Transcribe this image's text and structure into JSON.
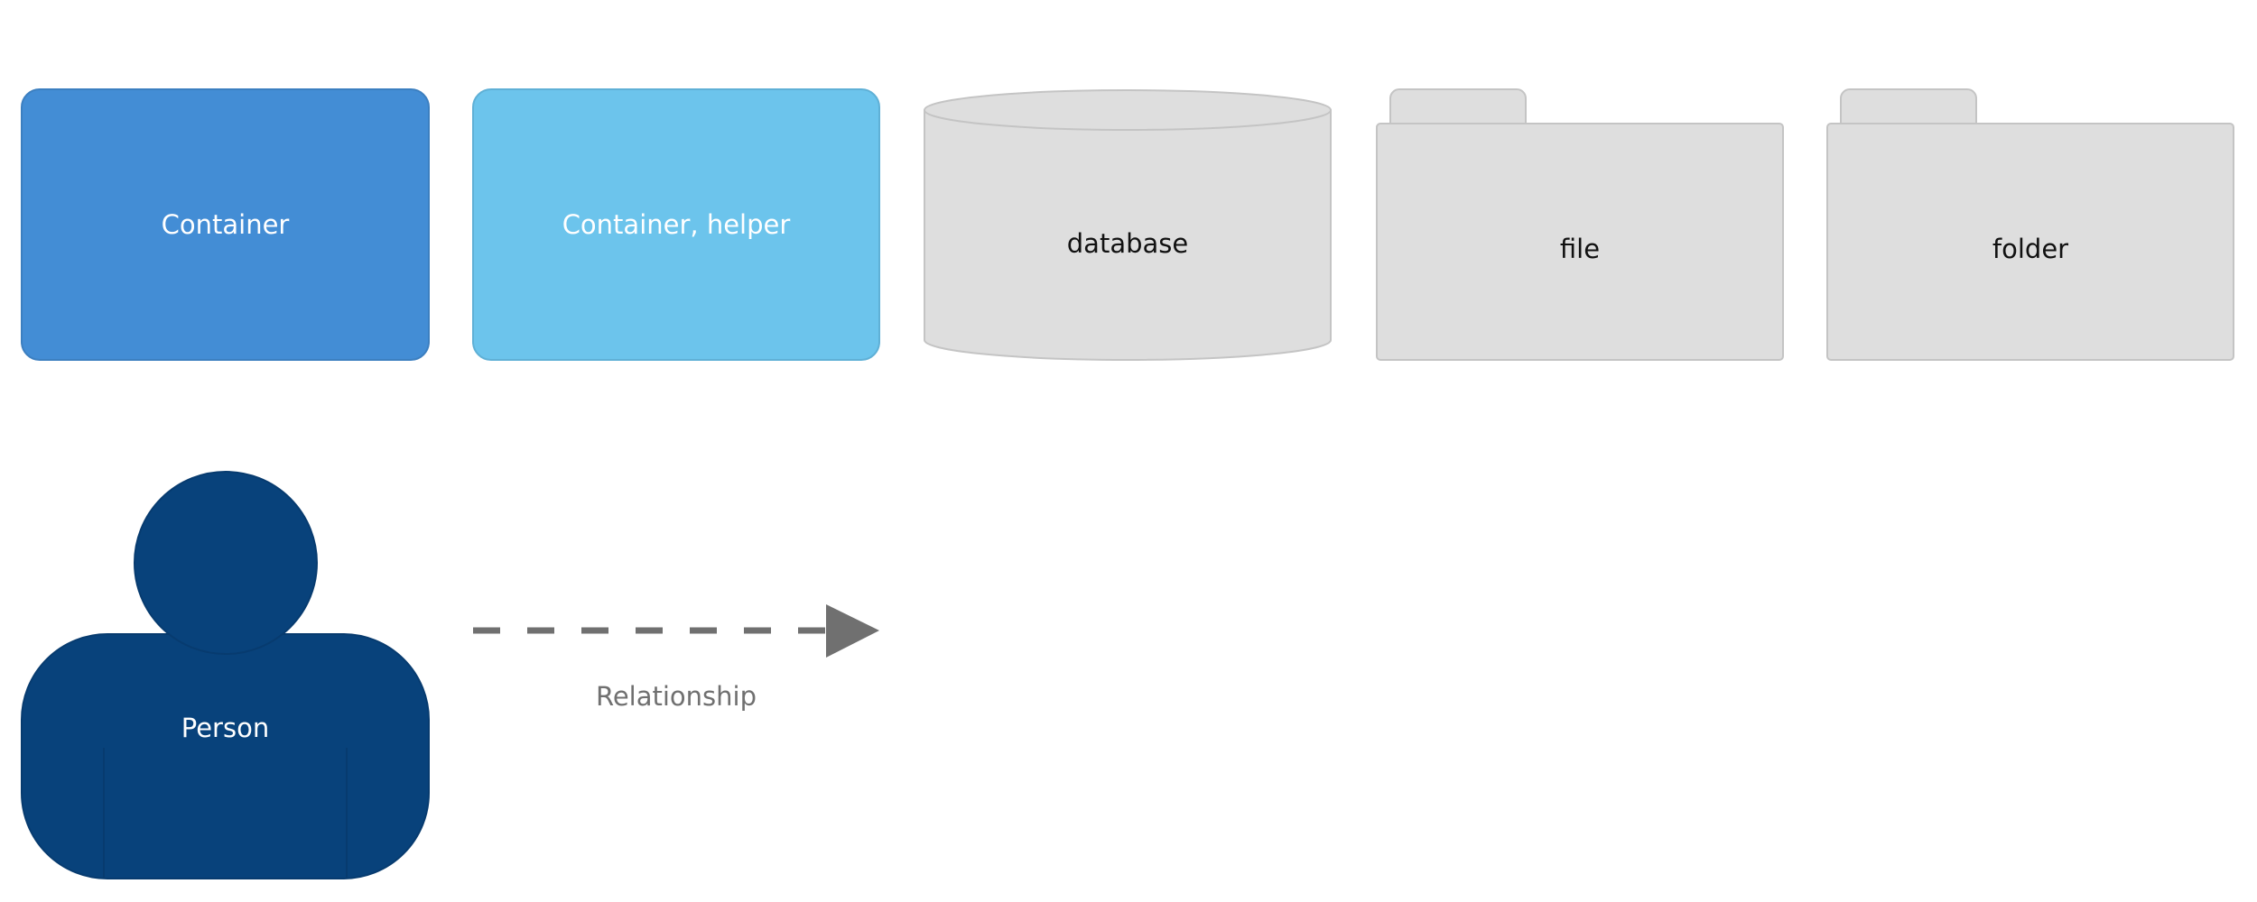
{
  "shapes": {
    "container": {
      "label": "Container",
      "fill": "#438dd5",
      "stroke": "#3c7fc0"
    },
    "container_helper": {
      "label": "Container, helper",
      "fill": "#6cc4ec",
      "stroke": "#5fb0d6"
    },
    "database": {
      "label": "database",
      "fill": "#dedede",
      "stroke": "#c4c4c4"
    },
    "file": {
      "label": "file",
      "fill": "#dedede",
      "stroke": "#c4c4c4"
    },
    "folder": {
      "label": "folder",
      "fill": "#dedede",
      "stroke": "#c4c4c4"
    },
    "person": {
      "label": "Person",
      "fill": "#08427b",
      "stroke": "#073b6f"
    },
    "relationship": {
      "label": "Relationship",
      "color": "#707070"
    }
  }
}
